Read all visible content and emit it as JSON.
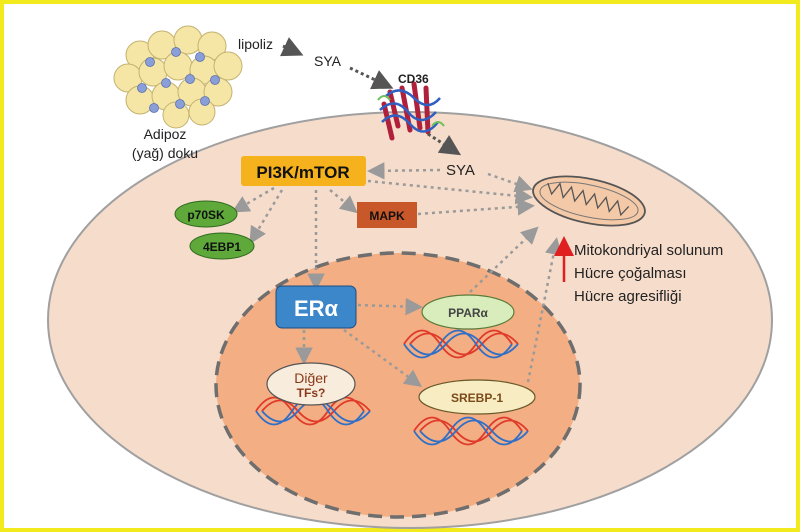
{
  "labels": {
    "lipolysis": "lipoliz",
    "fa_outside": "SYA",
    "cd36": "CD36",
    "adipose_line1": "Adipoz",
    "adipose_line2": "(yağ) doku",
    "fa_inside": "SYA",
    "pi3k": "PI3K/mTOR",
    "p70sk": "p70SK",
    "ebp1": "4EBP1",
    "mapk": "MAPK",
    "er": "ERα",
    "ppar": "PPARα",
    "other_line1": "Diğer",
    "other_line2": "TFs?",
    "srebp": "SREBP-1"
  },
  "effects": [
    "Mitokondriyal solunum",
    "Hücre çoğalması",
    "Hücre agresifliği"
  ],
  "colors": {
    "frame": "#f2ea1d",
    "cell_fill": "#f6dccb",
    "cell_stroke": "#a0a0a0",
    "nucleus_fill": "#f3ae83",
    "pi3k_fill": "#f5b21c",
    "green_node": "#5fa83a",
    "mapk_fill": "#c8582a",
    "er_fill": "#3c87c9",
    "ppar_fill": "#d9ecbc",
    "srebp_fill": "#f8ecc2",
    "dna_red": "#e03a2a",
    "dna_blue": "#2f6fc7",
    "arrow_up": "#e02020"
  }
}
